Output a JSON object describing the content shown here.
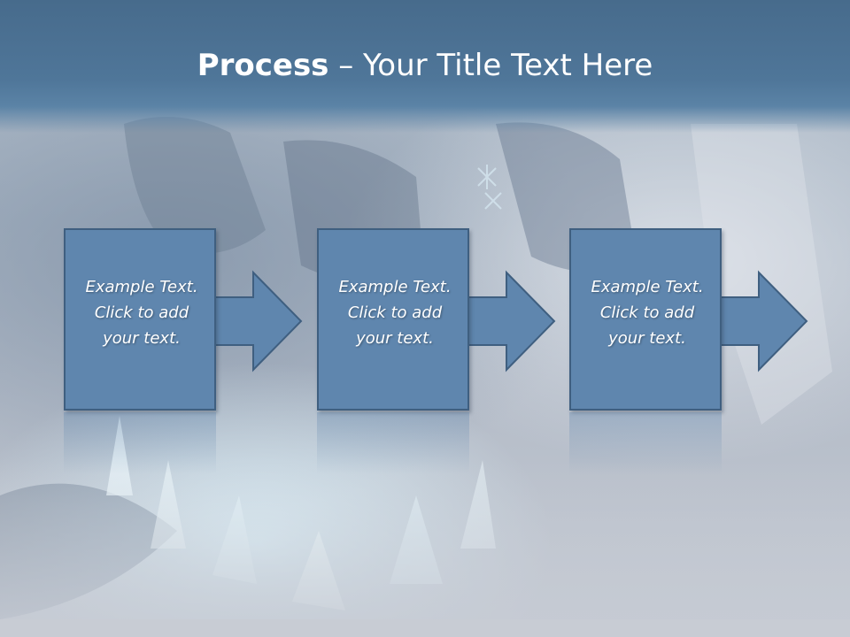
{
  "slide": {
    "title_bold": "Process",
    "title_rest": " – Your Title Text Here"
  },
  "steps": [
    {
      "line1": "Example Text.",
      "line2": "Click  to add",
      "line3": "your text."
    },
    {
      "line1": "Example Text.",
      "line2": "Click  to add",
      "line3": "your text."
    },
    {
      "line1": "Example Text.",
      "line2": "Click  to add",
      "line3": "your text."
    }
  ],
  "colors": {
    "title_band": "#4f7699",
    "box_fill": "#5f86ae",
    "box_border": "#3f5f80",
    "text": "#ffffff"
  },
  "icons": [
    "right-arrow-icon"
  ]
}
